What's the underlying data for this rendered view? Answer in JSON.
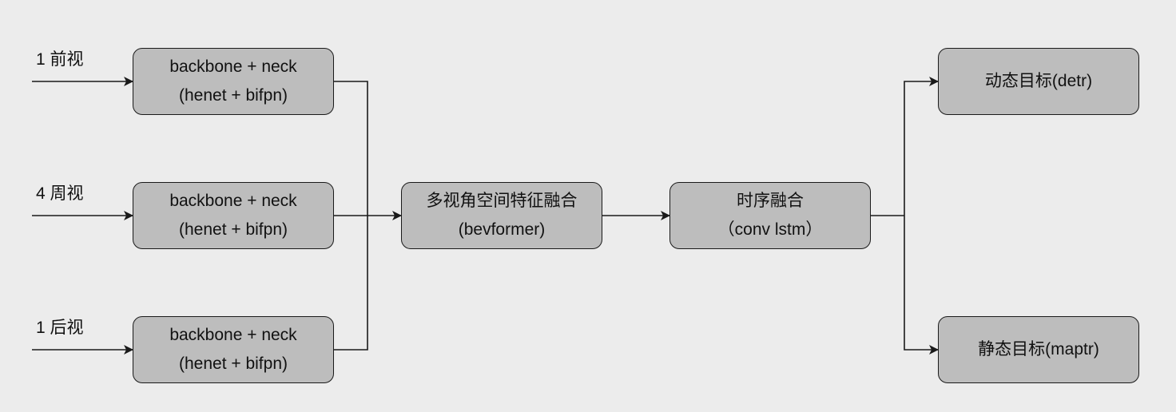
{
  "inputs": [
    {
      "label": "1 前视"
    },
    {
      "label": "4 周视"
    },
    {
      "label": "1 后视"
    }
  ],
  "backbones": [
    {
      "line1": "backbone + neck",
      "line2": "(henet + bifpn)"
    },
    {
      "line1": "backbone + neck",
      "line2": "(henet + bifpn)"
    },
    {
      "line1": "backbone + neck",
      "line2": "(henet + bifpn)"
    }
  ],
  "fusion": {
    "line1": "多视角空间特征融合",
    "line2": "(bevformer)"
  },
  "temporal": {
    "line1": "时序融合",
    "line2": "（conv lstm）"
  },
  "outputs": [
    {
      "label": "动态目标(detr)"
    },
    {
      "label": "静态目标(maptr)"
    }
  ],
  "colors": {
    "background": "#ececec",
    "node_fill": "#bdbdbd",
    "stroke": "#1a1a1a"
  }
}
